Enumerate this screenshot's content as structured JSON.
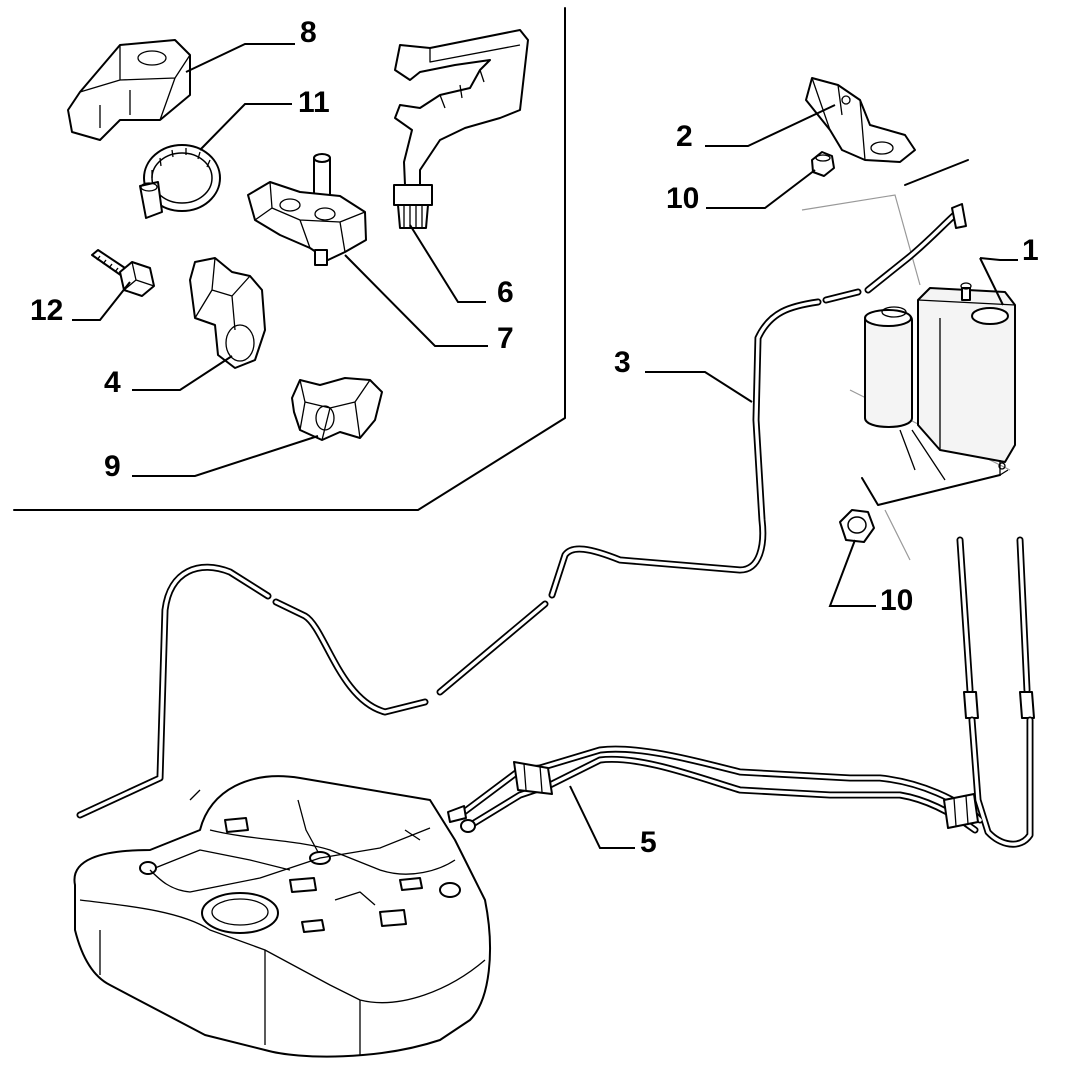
{
  "callouts": [
    {
      "id": "c8",
      "label": "8"
    },
    {
      "id": "c11",
      "label": "11"
    },
    {
      "id": "c12",
      "label": "12"
    },
    {
      "id": "c4",
      "label": "4"
    },
    {
      "id": "c7",
      "label": "7"
    },
    {
      "id": "c6",
      "label": "6"
    },
    {
      "id": "c9",
      "label": "9"
    },
    {
      "id": "c2",
      "label": "2"
    },
    {
      "id": "c10a",
      "label": "10"
    },
    {
      "id": "c1",
      "label": "1"
    },
    {
      "id": "c3",
      "label": "3"
    },
    {
      "id": "c10b",
      "label": "10"
    },
    {
      "id": "c5",
      "label": "5"
    }
  ]
}
